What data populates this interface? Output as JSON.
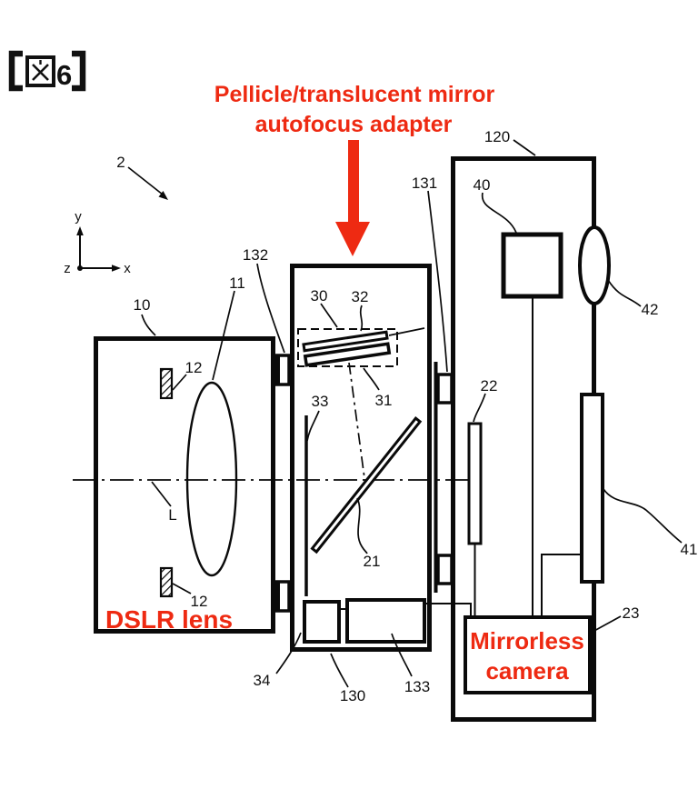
{
  "figure_label": {
    "full": "【図6】",
    "number": "6"
  },
  "title": {
    "line1": "Pellicle/translucent mirror",
    "line2": "autofocus adapter"
  },
  "red_annotations": {
    "dslr_lens": "DSLR lens",
    "mirrorless_line1": "Mirrorless",
    "mirrorless_line2": "camera"
  },
  "axis_labels": {
    "x": "x",
    "y": "y",
    "z": "z"
  },
  "reference_numerals": {
    "assembly": "2",
    "dslr_lens_unit": "10",
    "lens_element": "11",
    "light_shield": "12",
    "optical_axis": "L",
    "pellicle_mirror": "21",
    "image_sensor": "22",
    "camera_controller": "23",
    "af_module_frame": "30",
    "af_sensor_lower": "31",
    "af_sensor_upper": "32",
    "shutter": "33",
    "adapter_controller": "34",
    "evf_block": "40",
    "display": "41",
    "eyepiece": "42",
    "camera_body": "120",
    "adapter_housing": "130",
    "rear_mount": "131",
    "front_mount": "132",
    "adapter_circuit": "133"
  },
  "colors": {
    "annotation_red": "#ee2a12",
    "line_black": "#0a0a0a",
    "background": "#ffffff"
  }
}
